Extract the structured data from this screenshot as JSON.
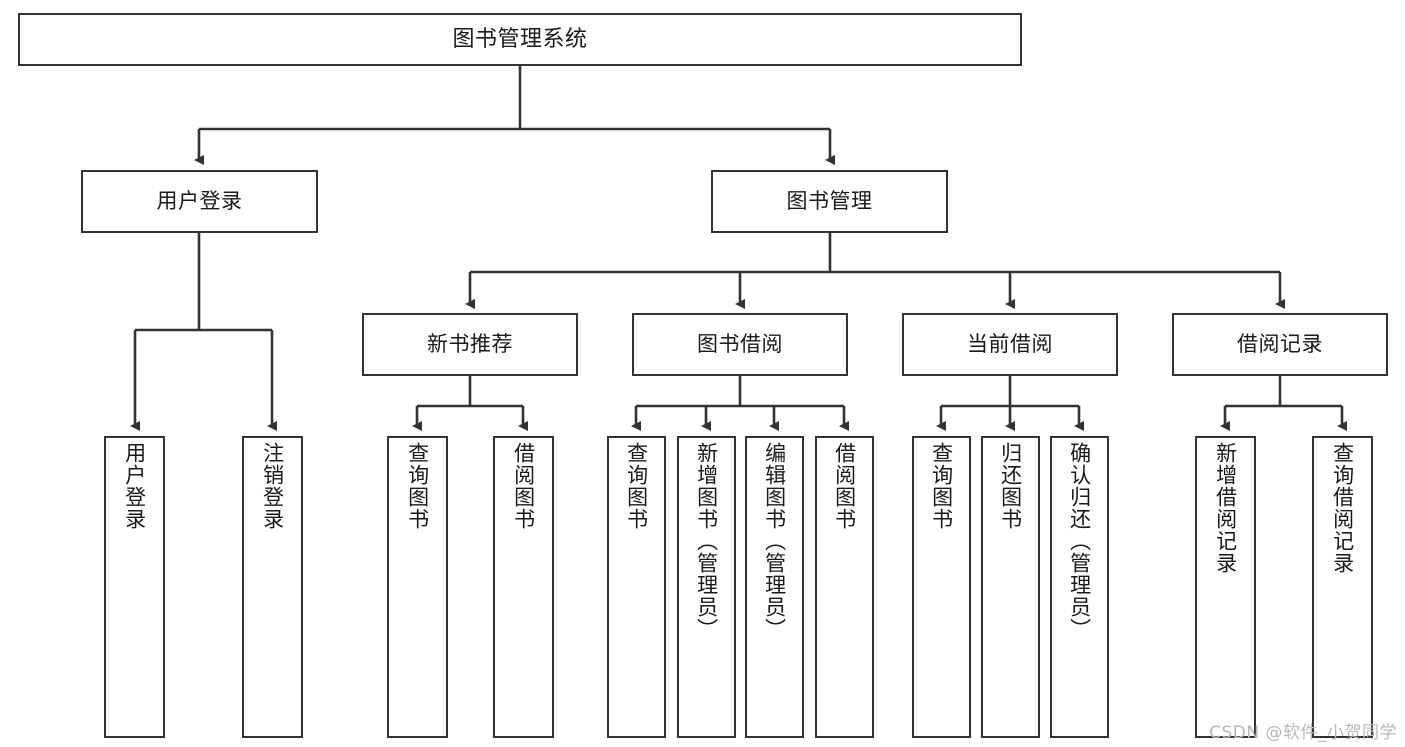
{
  "diagram": {
    "title": "图书管理系统",
    "type": "functional-structure-tree",
    "watermark": "CSDN @软件_小贺同学",
    "colors": {
      "box_border": "#333333",
      "box_fill": "#ffffff",
      "line": "#333333",
      "text": "#1a1a1a",
      "watermark": "#b9b9b9",
      "background": "#ffffff"
    },
    "root": {
      "label": "图书管理系统"
    },
    "level2": [
      {
        "label": "用户登录"
      },
      {
        "label": "图书管理"
      }
    ],
    "level3": [
      {
        "label": "新书推荐"
      },
      {
        "label": "图书借阅"
      },
      {
        "label": "当前借阅"
      },
      {
        "label": "借阅记录"
      }
    ],
    "leaves": {
      "user_login": [
        {
          "label": "用户登录"
        },
        {
          "label": "注销登录"
        }
      ],
      "new_book_recommend": [
        {
          "label": "查询图书"
        },
        {
          "label": "借阅图书"
        }
      ],
      "book_borrow": [
        {
          "label": "查询图书"
        },
        {
          "label": "新增图书（管理员）"
        },
        {
          "label": "编辑图书（管理员）"
        },
        {
          "label": "借阅图书"
        }
      ],
      "current_borrow": [
        {
          "label": "查询图书"
        },
        {
          "label": "归还图书"
        },
        {
          "label": "确认归还（管理员）"
        }
      ],
      "borrow_record": [
        {
          "label": "新增借阅记录"
        },
        {
          "label": "查询借阅记录"
        }
      ]
    }
  }
}
